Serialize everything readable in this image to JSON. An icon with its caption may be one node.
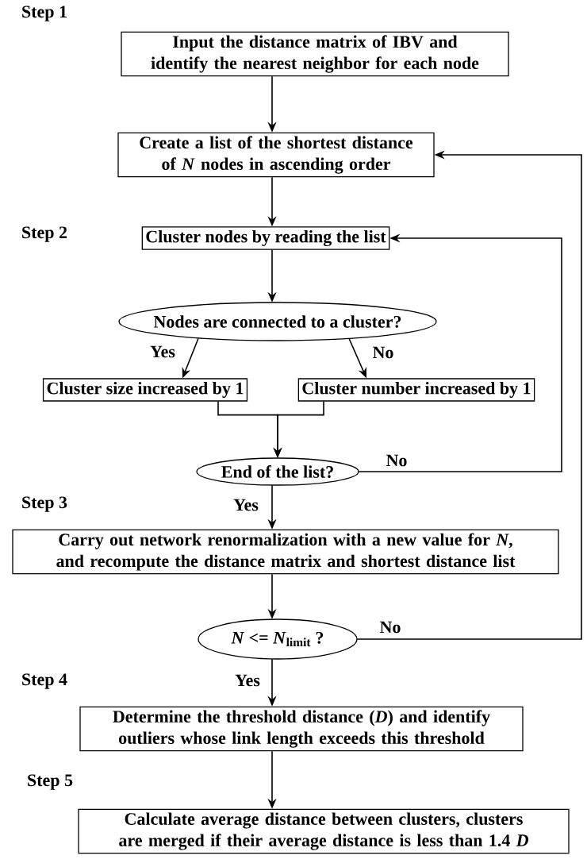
{
  "diagram": {
    "nodes": [
      {
        "text": [
          "Input the distance matrix of IBV and identify the nearest neighbor for each node"
        ]
      },
      {
        "text": [
          "Create a list of the shortest distance of *N* nodes in ascending order"
        ]
      },
      {
        "text": [
          "Cluster nodes by reading the list"
        ]
      },
      {
        "text": [
          "Nodes are connected to a cluster?"
        ]
      },
      {
        "text": [
          "Cluster size increased by 1"
        ]
      },
      {
        "text": [
          "Cluster number increased by 1"
        ]
      },
      {
        "text": [
          "End of the list?"
        ]
      },
      {
        "text": [
          "Carry out network renormalization with a new value for *N*, and recompute the distance matrix and shortest distance list"
        ]
      },
      {
        "text": [
          "*N* <= *N*$_{limit}$ ?"
        ]
      },
      {
        "text": [
          "Determine the threshold distance (*D*) and identify outliers whose link length exceeds this threshold"
        ]
      },
      {
        "text": [
          "Calculate average distance between clusters, clusters are merged if their average distance is less than 1.4 *D*"
        ]
      }
    ],
    "edges": [
      {
        "from": 0,
        "to": 1,
        "arrow": "to"
      },
      {
        "from": 1,
        "to": 2,
        "arrow": "to"
      },
      {
        "from": 2,
        "to": 3,
        "arrow": "to"
      },
      {
        "from": 3,
        "to": 4,
        "arrow": "to",
        "label": "Yes"
      },
      {
        "from": 3,
        "to": 5,
        "arrow": "to",
        "label": "No"
      },
      {
        "from": 4,
        "to": 6,
        "arrow": "to"
      },
      {
        "from": 5,
        "to": 6,
        "arrow": "to"
      },
      {
        "from": 6,
        "to": 2,
        "arrow": "to",
        "label": "No"
      },
      {
        "from": 6,
        "to": 7,
        "arrow": "to",
        "label": "Yes"
      },
      {
        "from": 7,
        "to": 8,
        "arrow": "to"
      },
      {
        "from": 8,
        "to": 1,
        "arrow": "to",
        "label": "No"
      },
      {
        "from": 8,
        "to": 9,
        "arrow": "to",
        "label": "Yes"
      },
      {
        "from": 9,
        "to": 10,
        "arrow": "to"
      }
    ],
    "labels": [
      "Step 1",
      "Step 2",
      "Step 3",
      "Step 4",
      "Step 5"
    ]
  }
}
